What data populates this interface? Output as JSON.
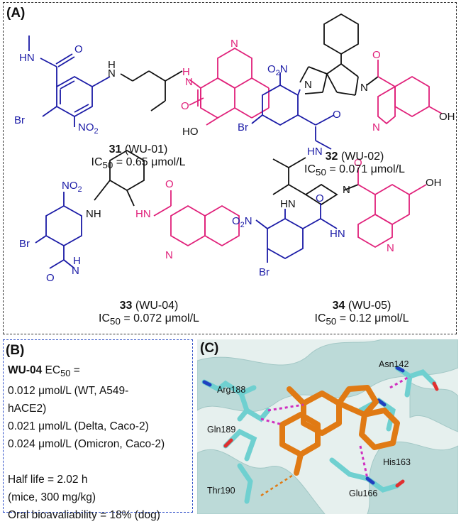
{
  "panel_a": {
    "label": "(A)",
    "compounds": [
      {
        "number": "31",
        "code": "(WU-01)",
        "ic50_label": "IC",
        "ic50_sub": "50",
        "ic50_value": " = 0.65 μmol/L"
      },
      {
        "number": "32",
        "code": "(WU-02)",
        "ic50_label": "IC",
        "ic50_sub": "50",
        "ic50_value": " = 0.071 μmol/L"
      },
      {
        "number": "33",
        "code": "(WU-04)",
        "ic50_label": "IC",
        "ic50_sub": "50",
        "ic50_value": " = 0.072 μmol/L"
      },
      {
        "number": "34",
        "code": "(WU-05)",
        "ic50_label": "IC",
        "ic50_sub": "50",
        "ic50_value": " = 0.12 μmol/L"
      }
    ],
    "atoms": {
      "hn": "HN",
      "h": "H",
      "n": "N",
      "o": "O",
      "oh": "OH",
      "ho": "HO",
      "br": "Br",
      "no2": "NO",
      "no2_sub": "2",
      "o2n_o": "O",
      "o2n_sub": "2",
      "o2n_n": "N",
      "nh": "NH"
    }
  },
  "panel_b": {
    "label": "(B)",
    "title_bold": "WU-04",
    "title_rest": " EC",
    "title_sub": "50",
    "title_end": " =",
    "lines": [
      "0.012 μmol/L (WT, A549-",
      "hACE2)",
      "0.021 μmol/L (Delta, Caco-2)",
      "0.024 μmol/L (Omicron, Caco-2)",
      "",
      "Half life = 2.02 h",
      "(mice, 300 mg/kg)",
      "Oral bioavaliability = 18% (dog)"
    ]
  },
  "panel_c": {
    "label": "(C)",
    "residues": [
      "Asn142",
      "Arg188",
      "Gln189",
      "His163",
      "Thr190",
      "Glu166"
    ]
  },
  "colors": {
    "blue_fragment": "#1a1aa6",
    "pink_fragment": "#e0207a",
    "ligand_orange": "#e07a14",
    "protein_cyan": "#6fd0d0",
    "ribbon": "#a9cfcf",
    "hbond_magenta": "#d030c0"
  }
}
